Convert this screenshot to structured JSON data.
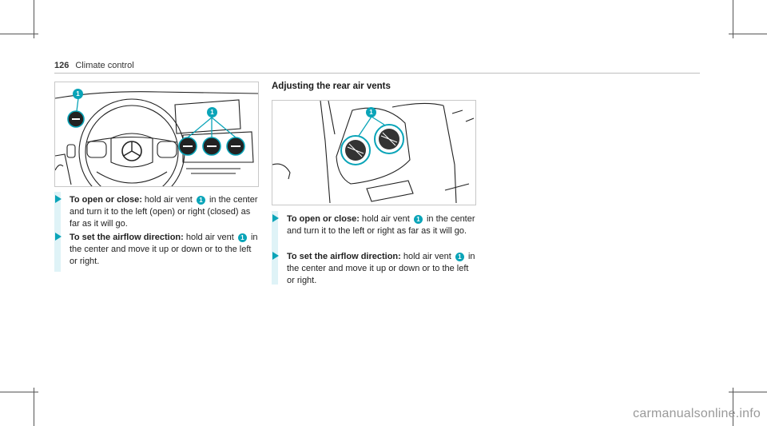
{
  "header": {
    "page_number": "126",
    "section": "Climate control"
  },
  "rear_section": {
    "title": "Adjusting the rear air vents"
  },
  "callout": "1",
  "front_steps": [
    {
      "label": "To open or close:",
      "text_a": "hold air vent",
      "text_b": "in the center and turn it to the left (open) or right (closed) as far as it will go."
    },
    {
      "label": "To set the airflow direction:",
      "text_a": "hold air vent",
      "text_b": "in the center and move it up or down or to the left or right."
    }
  ],
  "rear_steps": [
    {
      "label": "To open or close:",
      "text_a": "hold air vent",
      "text_b": "in the center and turn it to the left or right as far as it will go."
    },
    {
      "label": "To set the airflow direction:",
      "text_a": "hold air vent",
      "text_b": "in the center and move it up or down or to the left or right."
    }
  ],
  "watermark": "carmanualsonline.info",
  "colors": {
    "accent": "#0aa4b8",
    "tint": "#dff3f7",
    "rule": "#bfbfbf"
  }
}
